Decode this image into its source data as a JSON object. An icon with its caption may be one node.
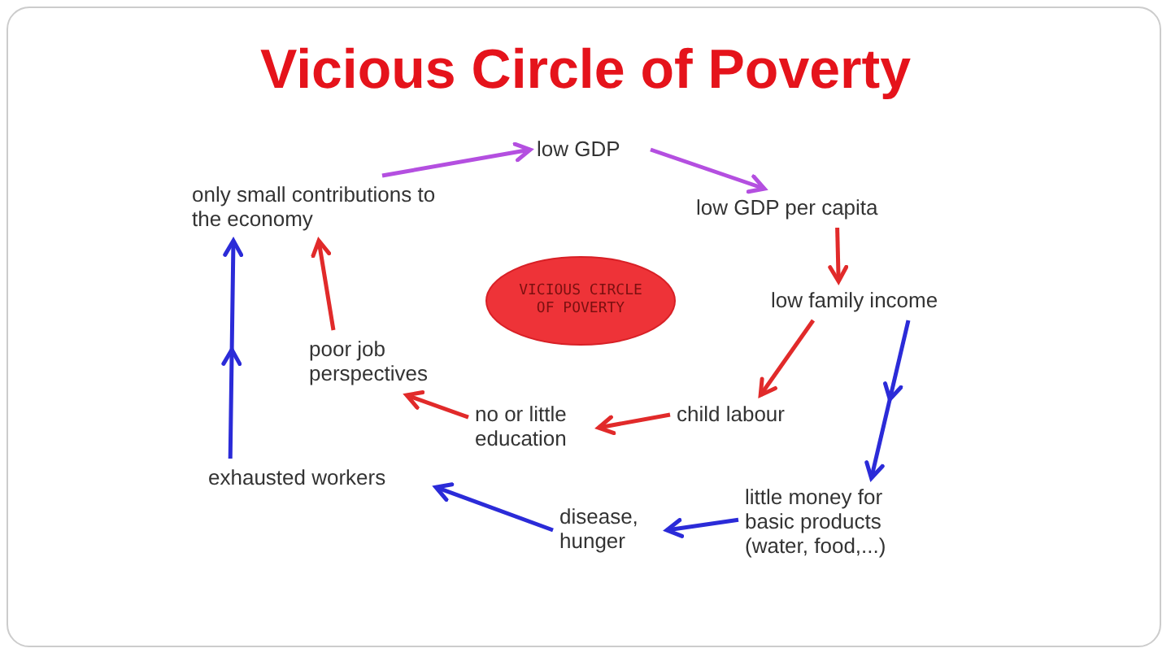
{
  "diagram": {
    "title": "Vicious Circle of Poverty",
    "nodes": [
      {
        "text": [
          "only small contributions to the economy"
        ]
      },
      {
        "text": [
          "low GDP"
        ]
      },
      {
        "text": [
          "low GDP per capita"
        ]
      },
      {
        "text": [
          "low family income"
        ]
      },
      {
        "text": [
          "VICIOUS CIRCLE OF POVERTY"
        ]
      },
      {
        "text": [
          "poor job perspectives"
        ]
      },
      {
        "text": [
          "no or little education"
        ]
      },
      {
        "text": [
          "child labour"
        ]
      },
      {
        "text": [
          "exhausted workers"
        ]
      },
      {
        "text": [
          "disease, hunger"
        ]
      },
      {
        "text": [
          "little money for basic products (water, food,...)"
        ]
      }
    ],
    "edges": [
      {
        "from": 0,
        "to": 1,
        "arrow": "to",
        "color": "#b44fe0"
      },
      {
        "from": 1,
        "to": 2,
        "arrow": "to",
        "color": "#b44fe0"
      },
      {
        "from": 2,
        "to": 3,
        "arrow": "to"
      },
      {
        "from": 3,
        "to": 7,
        "arrow": "to"
      },
      {
        "from": 3,
        "to": 10,
        "arrow": "to",
        "color": "#2b2bd8"
      },
      {
        "from": 7,
        "to": 6,
        "arrow": "to"
      },
      {
        "from": 6,
        "to": 5,
        "arrow": "to"
      },
      {
        "from": 5,
        "to": 0,
        "arrow": "to"
      },
      {
        "from": 10,
        "to": 9,
        "arrow": "to",
        "color": "#2b2bd8"
      },
      {
        "from": 9,
        "to": 8,
        "arrow": "to",
        "color": "#2b2bd8"
      },
      {
        "from": 8,
        "to": 0,
        "arrow": "to",
        "color": "#2b2bd8"
      }
    ]
  }
}
